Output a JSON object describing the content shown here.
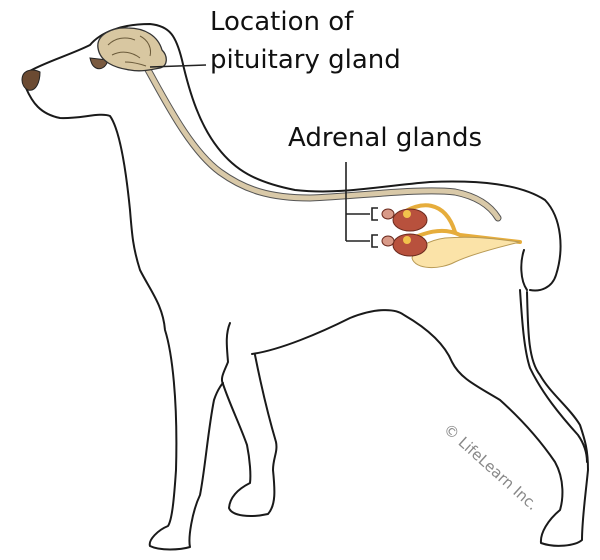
{
  "labels": {
    "pituitary_line1": "Location of",
    "pituitary_line2": "pituitary gland",
    "adrenal": "Adrenal glands"
  },
  "watermark": "© LifeLearn Inc.",
  "colors": {
    "outline": "#1a1a1a",
    "spine": "#d9c9a8",
    "brain": "#d8c7a1",
    "nose": "#6b4a32",
    "kidney": "#b8513d",
    "adrenal": "#f2c24c",
    "bladder": "#fbe3a8"
  }
}
